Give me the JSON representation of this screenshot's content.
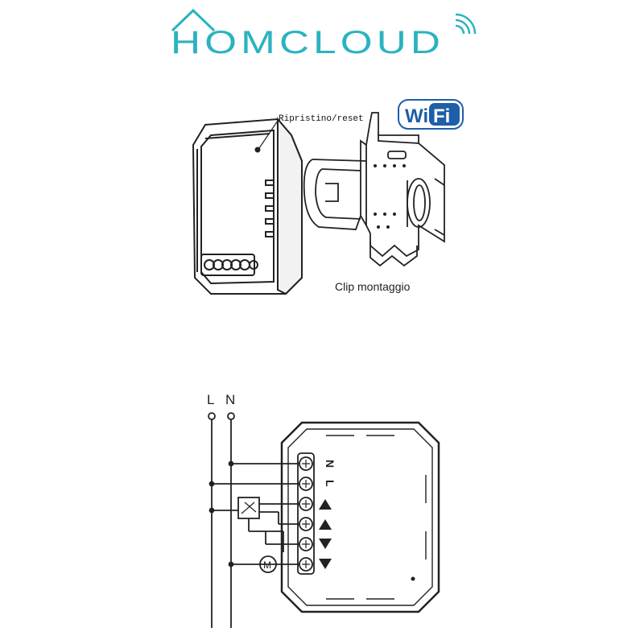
{
  "brand": {
    "logo_text": "HOMCLOUD",
    "color": "#2ab3c0"
  },
  "wifi_badge": {
    "text_wi": "Wi",
    "text_fi": "Fi",
    "color": "#1f5ea8"
  },
  "device": {
    "reset_label": "Ripristino/reset",
    "clip_label": "Clip montaggio"
  },
  "wiring": {
    "line_label": "L",
    "neutral_label": "N",
    "terminal_n_label": "N",
    "terminal_l_label": "L",
    "motor_label": "M"
  }
}
